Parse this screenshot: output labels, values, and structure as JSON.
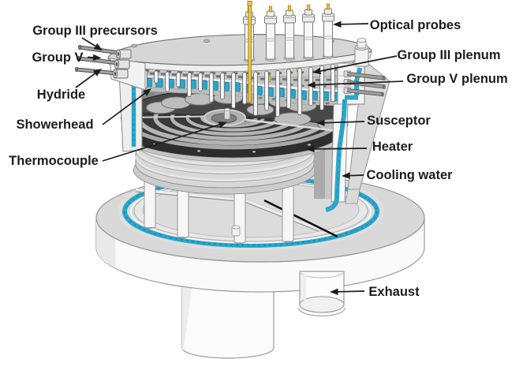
{
  "colors": {
    "background": "#ffffff",
    "cooling_water": "#2ba6c9",
    "thermocouple_rod": "#e9c53d",
    "susceptor": "#474747",
    "metal_light": "#d6d6d6",
    "label_text": "#1c1c1c"
  },
  "labels": [
    {
      "id": "group-iii-precursors",
      "text": "Group III precursors"
    },
    {
      "id": "group-v",
      "text": "Group V"
    },
    {
      "id": "hydride",
      "text": "Hydride"
    },
    {
      "id": "showerhead",
      "text": "Showerhead"
    },
    {
      "id": "thermocouple",
      "text": "Thermocouple"
    },
    {
      "id": "optical-probes",
      "text": "Optical probes"
    },
    {
      "id": "group-iii-plenum",
      "text": "Group III plenum"
    },
    {
      "id": "group-v-plenum",
      "text": "Group V plenum"
    },
    {
      "id": "susceptor",
      "text": "Susceptor"
    },
    {
      "id": "heater",
      "text": "Heater"
    },
    {
      "id": "cooling-water",
      "text": "Cooling water"
    },
    {
      "id": "exhaust",
      "text": "Exhaust"
    }
  ]
}
